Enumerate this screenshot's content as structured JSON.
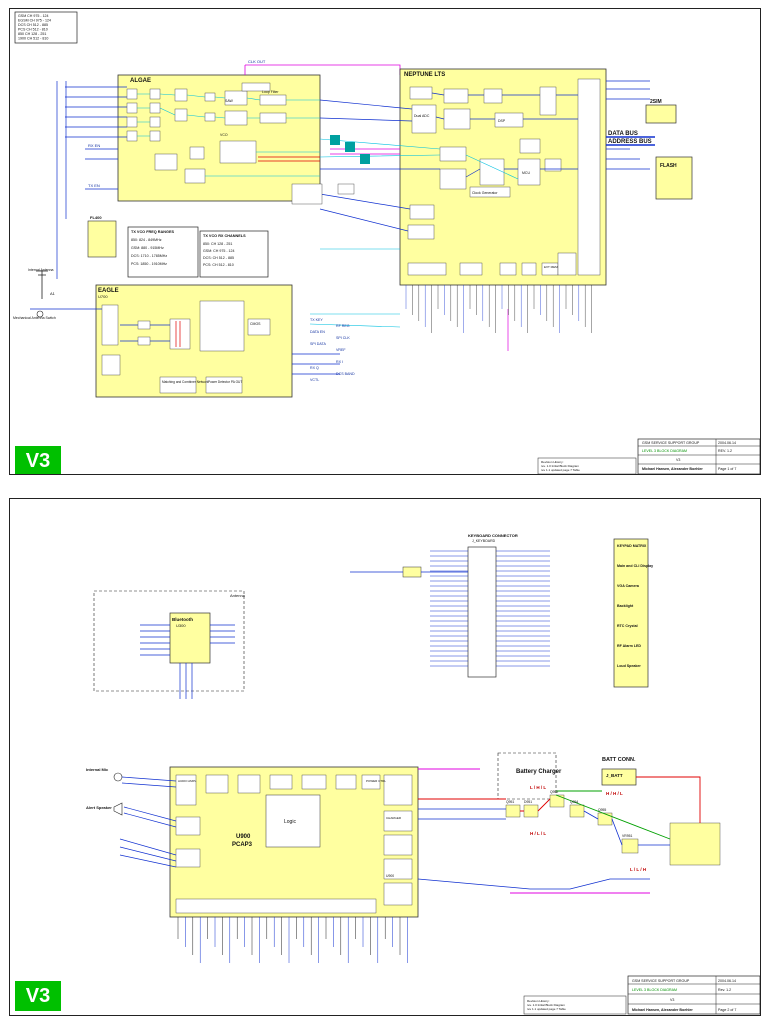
{
  "page1": {
    "band_box": [
      "GSM CH 975 - 124",
      "EGSM CH 975 - 124",
      "DCS CH 512 - 885",
      "PCS CH 512 - 810",
      "850 CH 128 - 251",
      "1900 CH 512 - 810"
    ],
    "blocks": {
      "algae": "ALGAE",
      "neptune": "NEPTUNE LTS",
      "eagle": "EAGLE",
      "eagle_sub": "U700",
      "fl400": "FL400",
      "flash": "FLASH",
      "ssim": "2SIM",
      "data_bus": "DATA BUS",
      "address_bus": "ADDRESS BUS",
      "saw_filters": "SAW",
      "clock": "Clock Generator",
      "dual_adc": "Dual ADC",
      "dsp": "DSP",
      "mcu": "MCU",
      "matching": "Matching and Combiner Network",
      "power_detector": "Power Detector PA OUT",
      "cmos": "CMOS",
      "vco": "VCO",
      "loop_filter": "Loop Filter",
      "ext_mem": "EXT MEM"
    },
    "tx_channels_title": "TX VCO FREQ RANGES",
    "tx_channels": [
      "850: 824 - 849MHz",
      "GSM: 880 - 915MHz",
      "DCS: 1710 - 1785MHz",
      "PCS: 1850 - 1910MHz"
    ],
    "rx_channels_title": "TX VCO RX CHANNELS",
    "rx_channels": [
      "850: CH 128 - 251",
      "GSM: CH 975 - 124",
      "DCS: CH 512 - 885",
      "PCS: CH 512 - 810"
    ],
    "antenna_labels": [
      "Internal Antenna",
      "Mechanical Antenna Switch"
    ],
    "ant_ref": "A1",
    "signal_labels": [
      "RX EN",
      "TX EN",
      "TX KEY",
      "RF REG",
      "DATA EN",
      "SPI CLK",
      "SPI DATA",
      "VREF",
      "CLK OUT",
      "RX I",
      "RX Q",
      "DCS BAND",
      "VCTL"
    ],
    "title_block": {
      "org": "GSM SERVICE SUPPORT GROUP",
      "date": "2004.06.14",
      "level": "LEVEL 3 BLOCK DIAGRAM",
      "rev": "REV. 1.2",
      "product": "V3",
      "authors": "Michael Hansen, Alexander Boehler",
      "page": "Page 1 of 7"
    },
    "notes": [
      "Revision History:",
      "rev. 1.0 Initial Block Diagram",
      "rev 1.1 updated page 7 Table"
    ],
    "badge": "V3"
  },
  "page2": {
    "blocks": {
      "pcap": "U900",
      "pcap_name": "PCAP3",
      "logic": "Logic",
      "bluetooth": "Bluetooth",
      "bt_ref": "U300",
      "keyboard_conn": "KEYBOARD CONNECTOR",
      "keyboard_ref": "J_KEYBOARD",
      "battery_charger": "Battery Charger",
      "batt_conn": "BATT CONN.",
      "batt_ref": "J_BATT",
      "bt_antenna": "Antenna",
      "internal_mic": "Internal Mic",
      "alert_speaker": "Alert Speaker",
      "audio": "AUDIO AMPL",
      "charger": "CHARGER",
      "power_ctrl": "POWER CTRL",
      "keypad_matrix": "KEYPAD MATRIX"
    },
    "keypad_items": [
      "KEYPAD MATRIX",
      "Main and CLI Display",
      "VGA Camera",
      "Backlight",
      "RTC Crystal",
      "RF Alarm LED",
      "Loud Speaker"
    ],
    "grid_labels": [
      "L / H / L",
      "H / H / L",
      "H / L / L",
      "L / L / H"
    ],
    "ref_labels": [
      "Q951",
      "Q952",
      "Q954",
      "Q955",
      "VR951",
      "D951",
      "U900"
    ],
    "title_block": {
      "org": "GSM SERVICE SUPPORT GROUP",
      "date": "2004.06.14",
      "level": "LEVEL 3 BLOCK DIAGRAM",
      "rev": "Rev. 1.2",
      "product": "V3",
      "authors": "Michael Hansen, Alexander Boehler",
      "page": "Page 2 of 7"
    },
    "notes": [
      "Revision History:",
      "rev. 1.0 Initial Block Diagram",
      "rev 1.1 updated page 7 Table"
    ],
    "badge": "V3"
  },
  "colors": {
    "block_fill": "#ffffa0",
    "line_blue": "#1030d0",
    "line_cyan": "#00c0e0",
    "line_magenta": "#e000e0",
    "line_red": "#e00000",
    "line_green": "#00a000",
    "badge_green": "#00c000"
  }
}
